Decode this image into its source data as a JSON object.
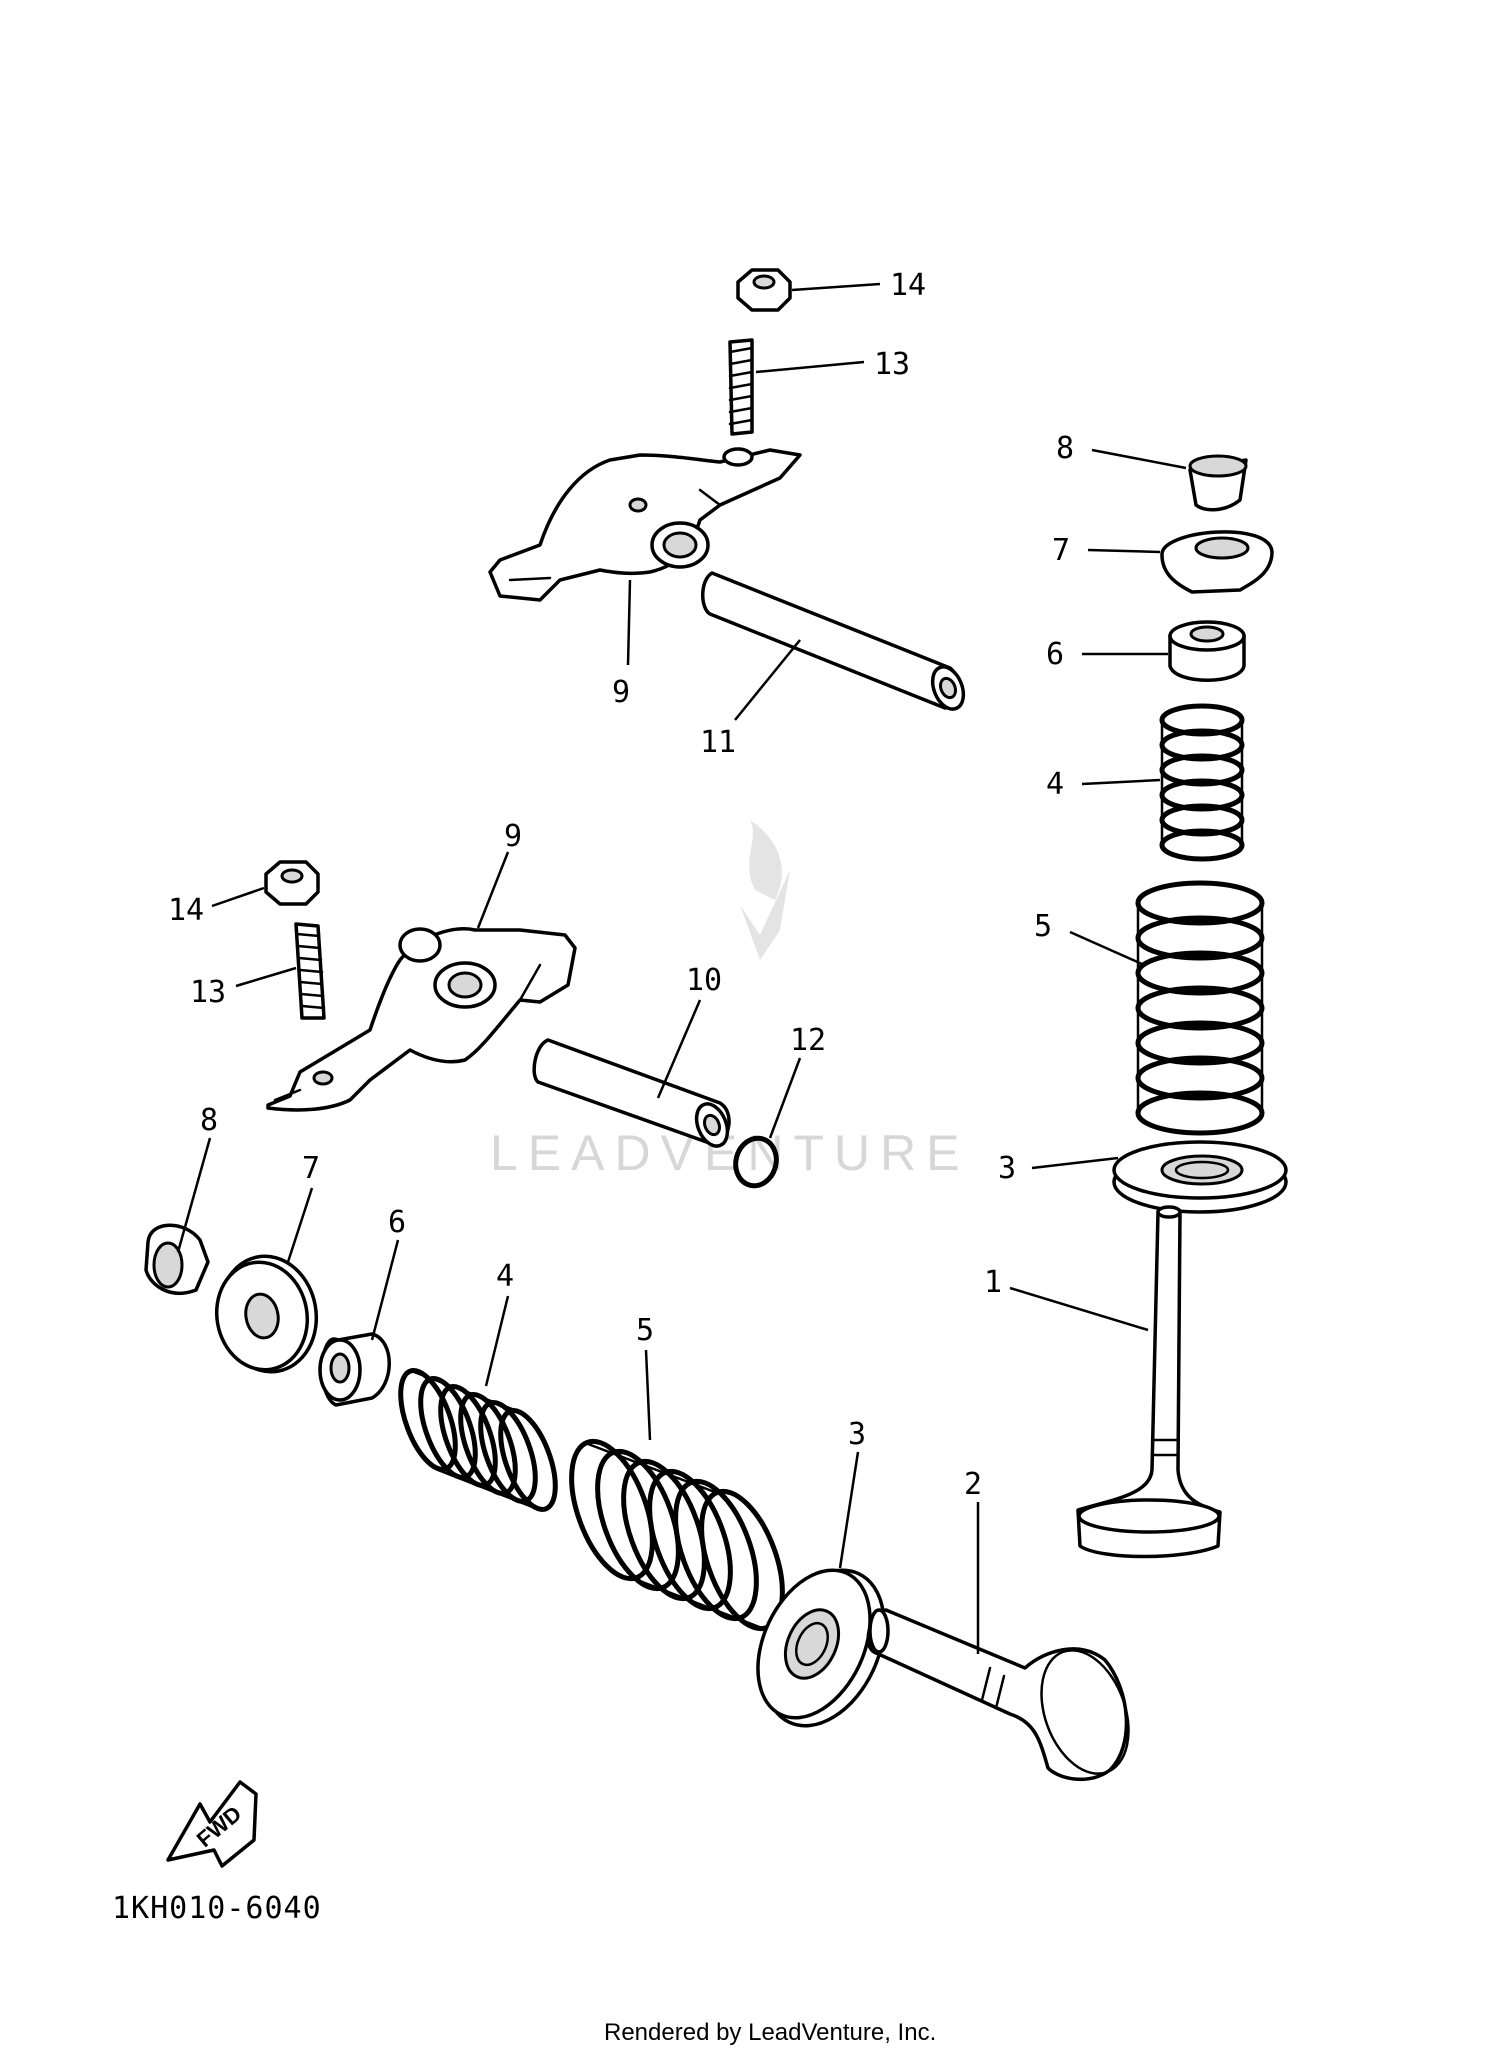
{
  "watermark": "LEADVENTURE",
  "diagram_code": "1KH010-6040",
  "footer": "Rendered by LeadVenture, Inc.",
  "fwd_label": "FWD",
  "callouts": {
    "upper_14": "14",
    "upper_13": "13",
    "upper_9": "9",
    "upper_11": "11",
    "right_8": "8",
    "right_7": "7",
    "right_6": "6",
    "right_4": "4",
    "right_5": "5",
    "right_3": "3",
    "right_1": "1",
    "mid_9": "9",
    "mid_14": "14",
    "mid_13": "13",
    "mid_10": "10",
    "mid_12": "12",
    "low_8": "8",
    "low_7": "7",
    "low_6": "6",
    "low_4": "4",
    "low_5": "5",
    "low_3": "3",
    "low_2": "2"
  }
}
